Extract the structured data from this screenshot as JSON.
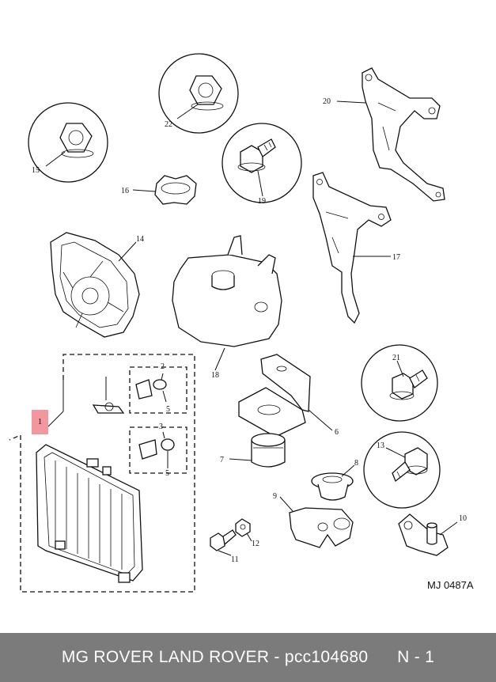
{
  "diagram": {
    "reference_code": "MJ 0487A",
    "highlighted_callout": "1",
    "callouts": [
      "2",
      "3",
      "5",
      "5",
      "6",
      "7",
      "8",
      "9",
      "10",
      "11",
      "12",
      "13",
      "14",
      "15",
      "16",
      "17",
      "18",
      "19",
      "20",
      "21",
      "22"
    ]
  },
  "footer": {
    "text": "MG ROVER LAND ROVER - pcc104680      N - 1"
  }
}
